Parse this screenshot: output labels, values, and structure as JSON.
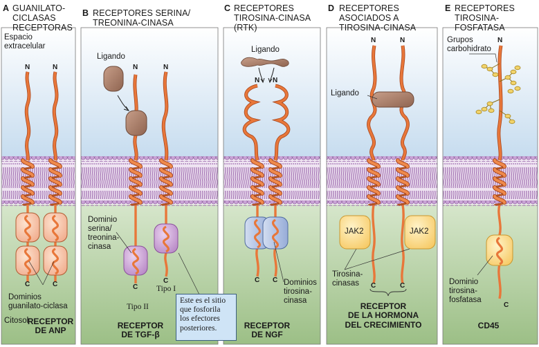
{
  "panels": [
    {
      "letter": "A",
      "header": "GUANILATO-\nCICLASAS\nRECEPTORAS"
    },
    {
      "letter": "B",
      "header": "RECEPTORES SERINA/\nTREONINA-CINASA"
    },
    {
      "letter": "C",
      "header": "RECEPTORES\nTIROSINA-CINASA\n(RTK)"
    },
    {
      "letter": "D",
      "header": "RECEPTORES\nASOCIADOS A\nTIROSINA-CINASA"
    },
    {
      "letter": "E",
      "header": "RECEPTORES\nTIROSINA-\nFOSFATASA"
    }
  ],
  "labels": {
    "espacio": "Espacio\nextracelular",
    "citosol": "Citosol",
    "dominios_gc": "Dominios\nguanilato-ciclasa",
    "receptor_anp": "RECEPTOR\nDE ANP",
    "ligando": "Ligando",
    "dominio_st": "Dominio\nserina/\ntreonina-\ncinasa",
    "tipo_ii": "Tipo II",
    "tipo_i": "Tipo I",
    "receptor_tgf": "RECEPTOR\nDE TGF-β",
    "note": "Este es el sitio\nque fosforila\nlos efectores\nposteriores.",
    "dominios_tc": "Dominios\ntirosina-\ncinasa",
    "receptor_ngf": "RECEPTOR\nDE NGF",
    "jak2": "JAK2",
    "tirosina_cinasas": "Tirosina-\ncinasas",
    "receptor_gh": "RECEPTOR\nDE LA HORMONA\nDEL CRECIMIENTO",
    "grupos": "Grupos\ncarbohidrato",
    "dominio_tf": "Dominio\ntirosina-\nfosfatasa",
    "cd45": "CD45",
    "n": "N",
    "c": "C"
  },
  "colors": {
    "sky_top": "#ffffff",
    "sky_bottom": "#c6dcef",
    "cyto_top": "#cfe0c3",
    "cyto_bottom": "#9cbf86",
    "membrane_head": "#c9a3d6",
    "membrane_tail": "#a97cb8",
    "protein": "#e8773a",
    "protein_dark": "#a9461c",
    "ligand": "#b0826c",
    "domain_pink": "#f6c6a6",
    "domain_purple": "#c9a0d4",
    "domain_blue": "#b5c6e6",
    "jak_fill": "#fde3a0",
    "carbohydrate": "#f1d36b"
  }
}
